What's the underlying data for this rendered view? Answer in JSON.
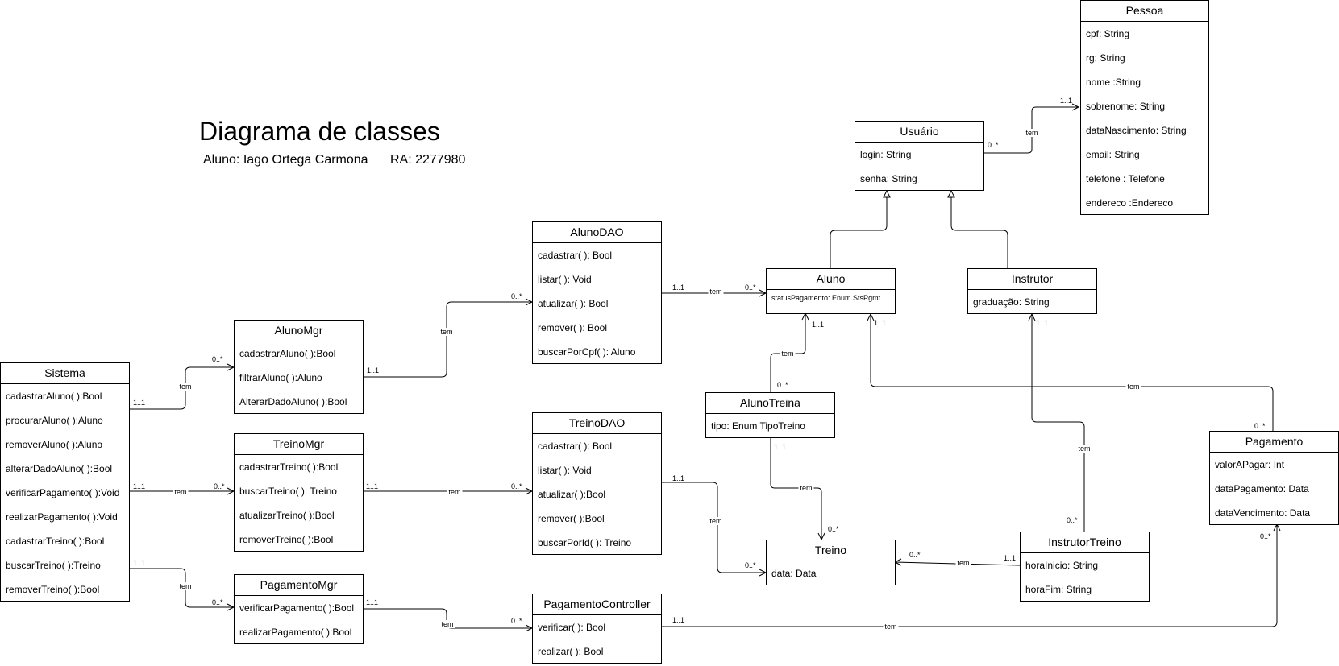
{
  "title": "Diagrama de classes",
  "student": "Aluno: Iago Ortega Carmona",
  "ra": "RA: 2277980",
  "classes": {
    "pessoa": {
      "name": "Pessoa",
      "attrs": [
        "cpf: String",
        "rg: String",
        "nome :String",
        "sobrenome: String",
        "dataNascimento: String",
        "email: String",
        "telefone : Telefone",
        "endereco :Endereco"
      ]
    },
    "usuario": {
      "name": "Usuário",
      "attrs": [
        "login: String",
        "senha: String"
      ]
    },
    "aluno": {
      "name": "Aluno",
      "attrs": [
        "statusPagamento: Enum StsPgmt"
      ]
    },
    "instrutor": {
      "name": "Instrutor",
      "attrs": [
        "graduação: String"
      ]
    },
    "alunodao": {
      "name": "AlunoDAO",
      "attrs": [
        "cadastrar( ): Bool",
        "listar( ): Void",
        "atualizar( ): Bool",
        "remover( ): Bool",
        "buscarPorCpf( ): Aluno"
      ]
    },
    "alunomgr": {
      "name": "AlunoMgr",
      "attrs": [
        "cadastrarAluno( ):Bool",
        "filtrarAluno( ):Aluno",
        "AlterarDadoAluno( ):Bool"
      ]
    },
    "sistema": {
      "name": "Sistema",
      "attrs": [
        "cadastrarAluno( ):Bool",
        "procurarAluno( ):Aluno",
        "removerAluno( ):Aluno",
        "alterarDadoAluno( ):Bool",
        "verificarPagamento( ):Void",
        "realizarPagamento( ):Void",
        "cadastrarTreino( ):Bool",
        "buscarTreino( ):Treino",
        "removerTreino( ):Bool"
      ]
    },
    "treinomgr": {
      "name": "TreinoMgr",
      "attrs": [
        "cadastrarTreino( ):Bool",
        "buscarTreino( ): Treino",
        "atualizarTreino( ):Bool",
        "removerTreino( ):Bool"
      ]
    },
    "treinodao": {
      "name": "TreinoDAO",
      "attrs": [
        "cadastrar( ): Bool",
        "listar( ): Void",
        "atualizar( ):Bool",
        "remover( ):Bool",
        "buscarPorId( ): Treino"
      ]
    },
    "alunotreino": {
      "name": "AlunoTreina",
      "attrs": [
        "tipo: Enum TipoTreino"
      ]
    },
    "treino": {
      "name": "Treino",
      "attrs": [
        "data: Data"
      ]
    },
    "instrutortreino": {
      "name": "InstrutorTreino",
      "attrs": [
        "horaInicio: String",
        "horaFim: String"
      ]
    },
    "pagamento": {
      "name": "Pagamento",
      "attrs": [
        "valorAPagar: Int",
        "dataPagamento: Data",
        "dataVencimento: Data"
      ]
    },
    "pagamentomgr": {
      "name": "PagamentoMgr",
      "attrs": [
        "verificarPagamento( ):Bool",
        "realizarPagamento( ):Bool"
      ]
    },
    "pagamentocontroller": {
      "name": "PagamentoController",
      "attrs": [
        "verificar( ): Bool",
        "realizar( ): Bool"
      ]
    }
  },
  "relations": [
    {
      "id": "usuario-pessoa",
      "label": "tem",
      "src_mult": "0..*",
      "dst_mult": "1..1"
    },
    {
      "id": "sistema-alunomgr",
      "label": "tem",
      "src_mult": "1..1",
      "dst_mult": "0..*"
    },
    {
      "id": "alunomgr-alunodao",
      "label": "tem",
      "src_mult": "1..1",
      "dst_mult": "0..*"
    },
    {
      "id": "alunodao-aluno",
      "label": "tem",
      "src_mult": "1..1",
      "dst_mult": "0..*"
    },
    {
      "id": "alunotreino-aluno",
      "label": "tem",
      "src_mult": "0..*",
      "dst_mult": "1..1"
    },
    {
      "id": "alunotreino-treino",
      "label": "tem",
      "src_mult": "1..1",
      "dst_mult": "0..*"
    },
    {
      "id": "pagamento-aluno",
      "label": "tem",
      "src_mult": "0..*",
      "dst_mult": "1..1"
    },
    {
      "id": "instrutortreino-instrutor",
      "label": "tem",
      "src_mult": "0..*",
      "dst_mult": "1..1"
    },
    {
      "id": "instrutortreino-treino",
      "label": "tem",
      "src_mult": "1..1",
      "dst_mult": "0..*"
    },
    {
      "id": "sistema-treinomgr",
      "label": "tem",
      "src_mult": "1..1",
      "dst_mult": "0..*"
    },
    {
      "id": "treinomgr-treinodao",
      "label": "tem",
      "src_mult": "1..1",
      "dst_mult": "0..*"
    },
    {
      "id": "treinodao-treino",
      "label": "tem",
      "src_mult": "1..1",
      "dst_mult": "0..*"
    },
    {
      "id": "sistema-pagamentomgr",
      "label": "tem",
      "src_mult": "1..1",
      "dst_mult": "0..*"
    },
    {
      "id": "pagamentomgr-pagamentocontroller",
      "label": "tem",
      "src_mult": "1..1",
      "dst_mult": "0..*"
    },
    {
      "id": "pagamentocontroller-pagamento",
      "label": "tem",
      "src_mult": "1..1",
      "dst_mult": "0..*"
    }
  ]
}
